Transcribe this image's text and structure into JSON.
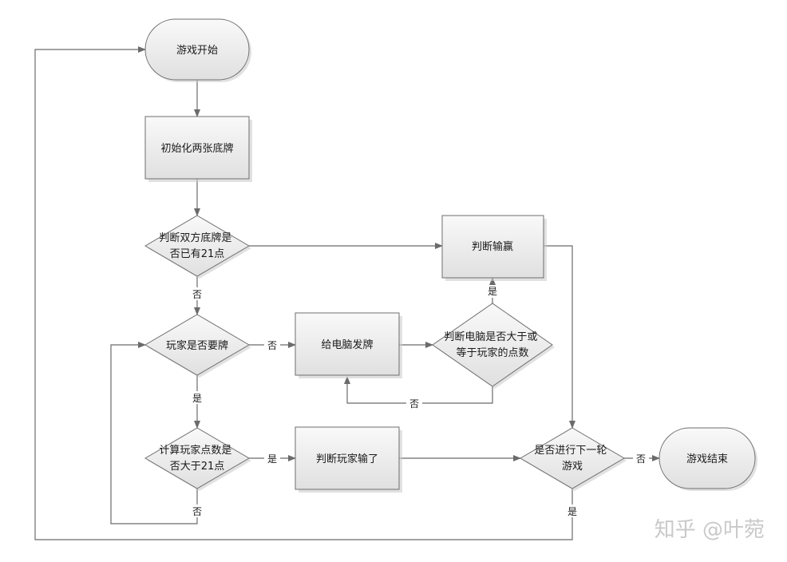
{
  "nodes": {
    "start": "游戏开始",
    "init": "初始化两张底牌",
    "check21": [
      "判断双方底牌是",
      "否已有21点"
    ],
    "judge_win": "判断输赢",
    "player_hit": "玩家是否要牌",
    "deal_pc": "给电脑发牌",
    "pc_compare": [
      "判断电脑是否大于或",
      "等于玩家的点数"
    ],
    "calc_player": [
      "计算玩家点数是",
      "否大于21点"
    ],
    "player_lose": "判断玩家输了",
    "next_round": [
      "是否进行下一轮",
      "游戏"
    ],
    "end": "游戏结束"
  },
  "edge_labels": {
    "check21_no": "否",
    "hit_no": "否",
    "hit_yes": "是",
    "compare_yes": "是",
    "compare_no": "否",
    "calc_yes": "是",
    "calc_no": "否",
    "next_no": "否",
    "next_yes": "是"
  },
  "watermark": "知乎 @叶菀",
  "colors": {
    "node_fill_light": "#f7f7f7",
    "node_fill_dark": "#e2e2e2",
    "stroke": "#6e6e6e",
    "edge": "#6b6b6b",
    "shadow": "#c8c8c8",
    "watermark": "#c9c9c9"
  }
}
